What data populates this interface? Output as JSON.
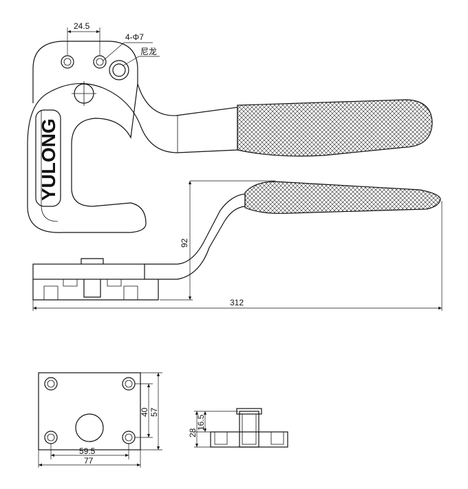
{
  "brand": "YULONG",
  "labels": {
    "hole_spacing": "24.5",
    "holes": "4-Φ7",
    "material": "尼龙",
    "handle_height": "92",
    "total_length": "312",
    "plate_inner_height": "40",
    "plate_height": "57",
    "plate_inner_width": "59.5",
    "plate_width": "77",
    "pin_height": "16.5",
    "side_height": "28"
  }
}
